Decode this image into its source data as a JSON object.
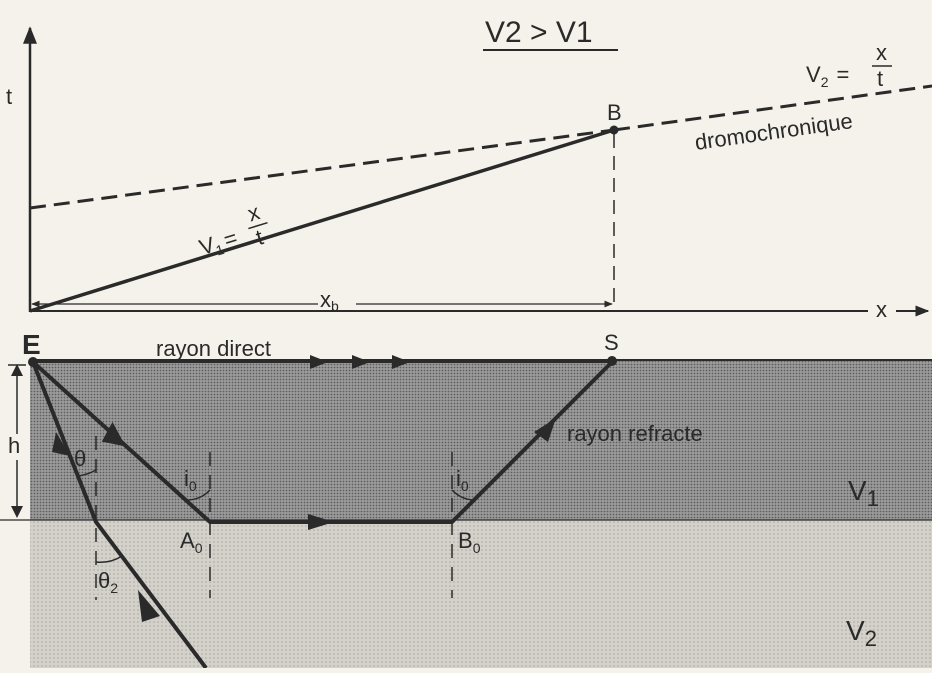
{
  "title": "V2 > V1",
  "graph": {
    "t_axis_label": "t",
    "x_axis_label": "x",
    "point_B": "B",
    "xb_label": "x",
    "xb_sub": "b",
    "v1_eq": {
      "v": "V",
      "sub": "1",
      "eq": "=",
      "num": "x",
      "den": "t"
    },
    "v2_eq": {
      "v": "V",
      "sub": "2",
      "eq": "=",
      "num": "x",
      "den": "t"
    },
    "dromo_label": "dromochronique"
  },
  "section": {
    "source_label": "E",
    "receiver_label": "S",
    "direct_ray_label": "rayon direct",
    "refracted_ray_label": "rayon refracte",
    "thickness_label": "h",
    "layer1_label": "V",
    "layer1_sub": "1",
    "layer2_label": "V",
    "layer2_sub": "2",
    "A0": {
      "main": "A",
      "sub": "0"
    },
    "B0": {
      "main": "B",
      "sub": "0"
    },
    "i0_left": {
      "main": "i",
      "sub": "0"
    },
    "i0_right": {
      "main": "i",
      "sub": "0"
    },
    "theta1": "θ",
    "theta2": {
      "main": "θ",
      "sub": "2"
    }
  },
  "colors": {
    "ink": "#2a2a2a",
    "paper": "#f4f2ea",
    "layer1": "#8e8e8e",
    "layer2": "#cfcdc6"
  }
}
